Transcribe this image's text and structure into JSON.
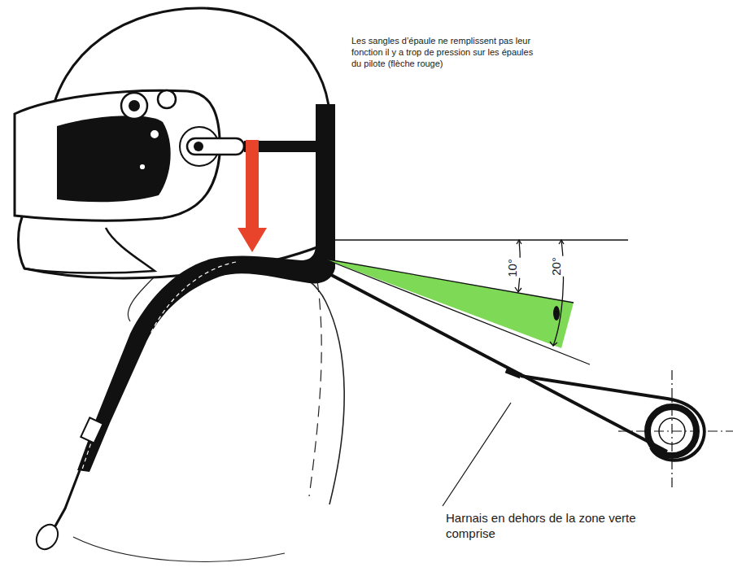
{
  "diagram": {
    "labels": [
      "Les sangles d’épaule ne remplissent pas leur fonction il y a trop de pression sur les épaules du pilote (flèche rouge)",
      "10°",
      "20°",
      "Harnais en dehors de la zone verte comprise"
    ]
  }
}
